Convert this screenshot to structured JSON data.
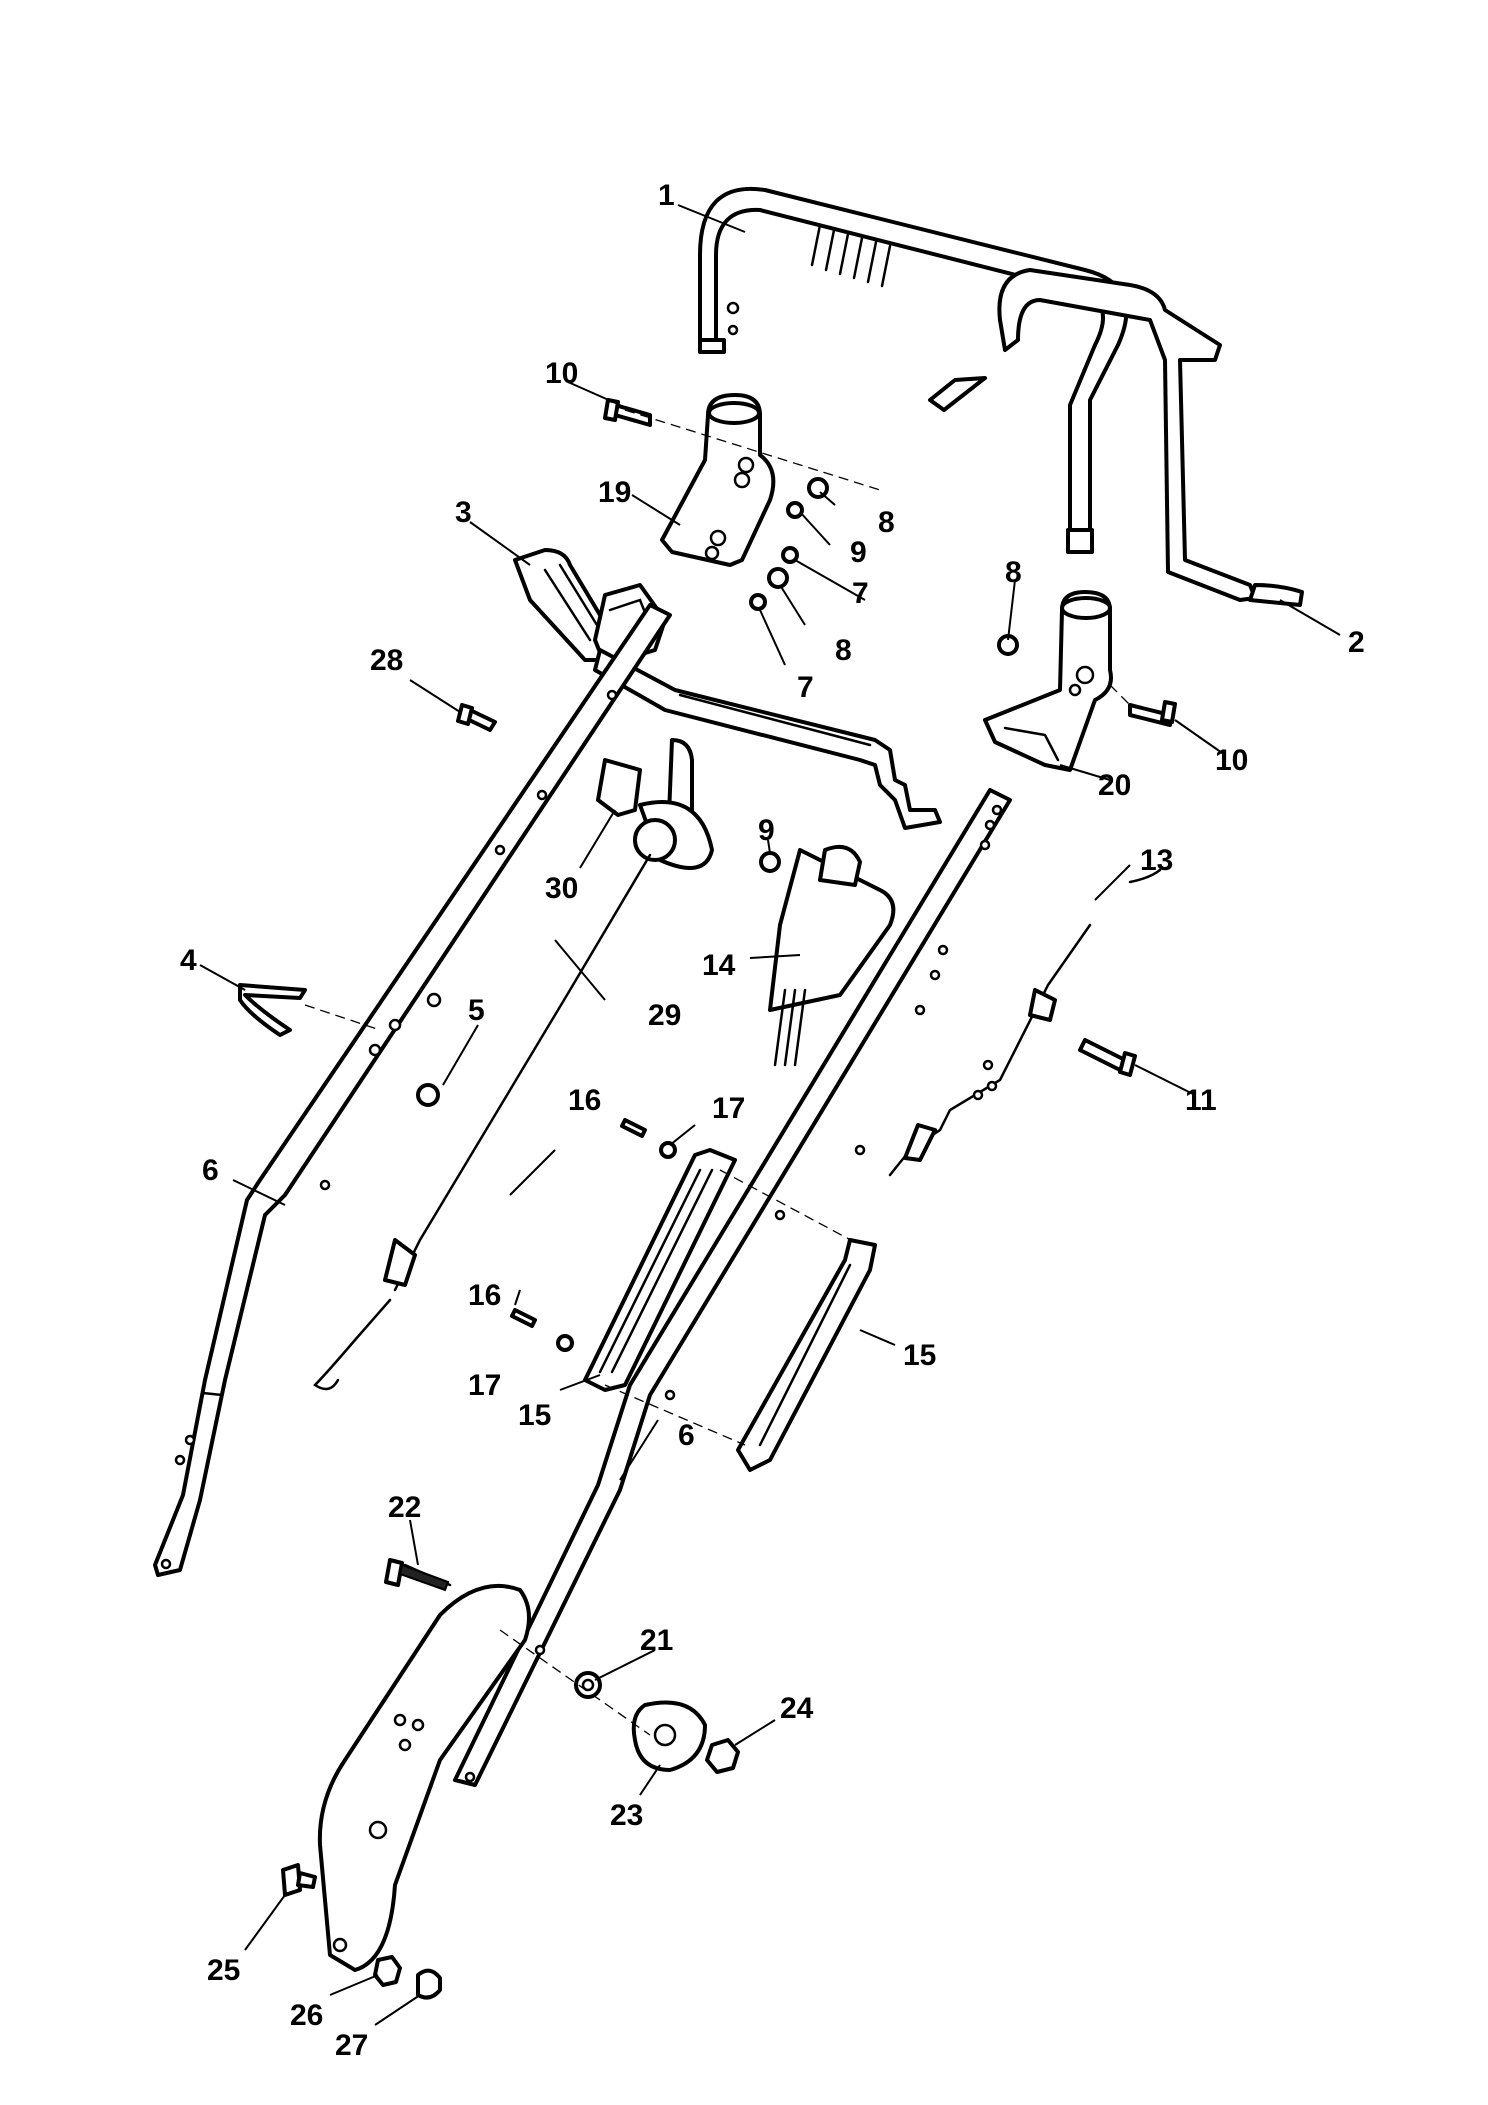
{
  "labels": [
    {
      "id": "1",
      "text": "1"
    },
    {
      "id": "2",
      "text": "2"
    },
    {
      "id": "3",
      "text": "3"
    },
    {
      "id": "4",
      "text": "4"
    },
    {
      "id": "5",
      "text": "5"
    },
    {
      "id": "6a",
      "text": "6"
    },
    {
      "id": "6b",
      "text": "6"
    },
    {
      "id": "7a",
      "text": "7"
    },
    {
      "id": "7b",
      "text": "7"
    },
    {
      "id": "8a",
      "text": "8"
    },
    {
      "id": "8b",
      "text": "8"
    },
    {
      "id": "8c",
      "text": "8"
    },
    {
      "id": "9a",
      "text": "9"
    },
    {
      "id": "9b",
      "text": "9"
    },
    {
      "id": "10a",
      "text": "10"
    },
    {
      "id": "10b",
      "text": "10"
    },
    {
      "id": "11",
      "text": "11"
    },
    {
      "id": "13",
      "text": "13"
    },
    {
      "id": "14",
      "text": "14"
    },
    {
      "id": "15a",
      "text": "15"
    },
    {
      "id": "15b",
      "text": "15"
    },
    {
      "id": "16a",
      "text": "16"
    },
    {
      "id": "16b",
      "text": "16"
    },
    {
      "id": "17a",
      "text": "17"
    },
    {
      "id": "17b",
      "text": "17"
    },
    {
      "id": "19",
      "text": "19"
    },
    {
      "id": "20",
      "text": "20"
    },
    {
      "id": "21",
      "text": "21"
    },
    {
      "id": "22",
      "text": "22"
    },
    {
      "id": "23",
      "text": "23"
    },
    {
      "id": "24",
      "text": "24"
    },
    {
      "id": "25",
      "text": "25"
    },
    {
      "id": "26",
      "text": "26"
    },
    {
      "id": "27",
      "text": "27"
    },
    {
      "id": "28",
      "text": "28"
    },
    {
      "id": "29",
      "text": "29"
    },
    {
      "id": "30",
      "text": "30"
    }
  ]
}
